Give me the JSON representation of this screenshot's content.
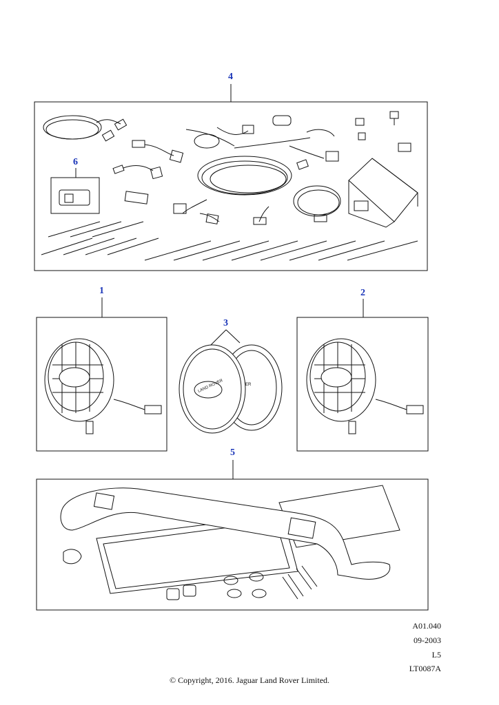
{
  "callouts": {
    "c1": "1",
    "c2": "2",
    "c3": "3",
    "c4": "4",
    "c5": "5",
    "c6": "6"
  },
  "lamp_text": {
    "cover_logo": "LAND ROVER",
    "cover_logo_rear": "ER"
  },
  "meta": {
    "code": "A01.040",
    "date": "09-2003",
    "level": "L5",
    "ref": "LT0087A"
  },
  "copyright": "© Copyright, 2016. Jaguar Land Rover Limited.",
  "colors": {
    "callout": "#1a35b8",
    "line": "#111111"
  }
}
